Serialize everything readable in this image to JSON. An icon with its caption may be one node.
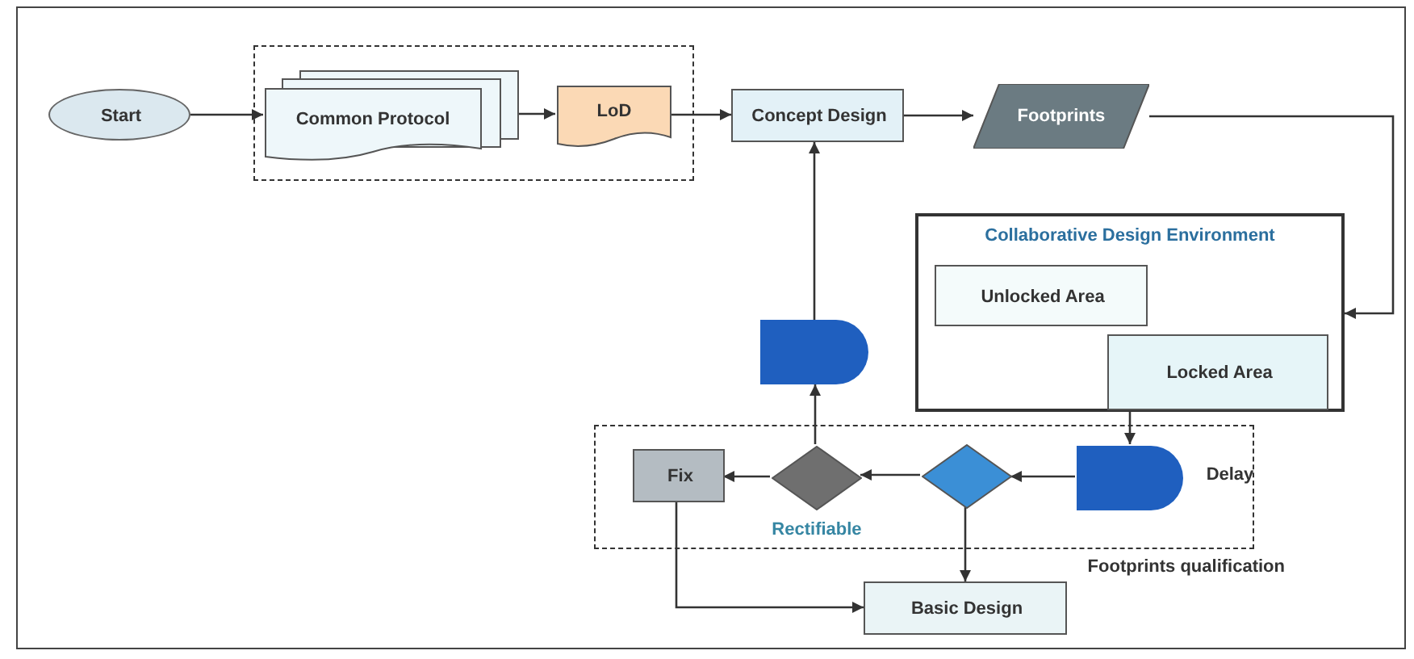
{
  "diagram": {
    "nodes": [
      {
        "text": [
          "Start"
        ]
      },
      {
        "text": [],
        "shape": "box"
      },
      {
        "text": [
          "Common Protocol"
        ],
        "in": 1
      },
      {
        "text": [
          "LoD"
        ],
        "in": 1
      },
      {
        "text": [
          "Concept Design"
        ]
      },
      {
        "text": [
          "Footprints"
        ]
      },
      {
        "text": [
          "Collaborative Design Environment"
        ]
      },
      {
        "text": [
          "Unlocked Area"
        ],
        "in": 6
      },
      {
        "text": [
          "Locked Area"
        ],
        "in": 6
      },
      {
        "text": [],
        "shape": "delay"
      },
      {
        "text": [
          "Footprints qualification"
        ]
      },
      {
        "text": [
          "Fix"
        ],
        "in": 10
      },
      {
        "text": [],
        "shape": "diamond",
        "in": 10,
        "beside": [
          "Rectifiable"
        ]
      },
      {
        "text": [],
        "shape": "diamond",
        "in": 10
      },
      {
        "text": [],
        "shape": "delay",
        "in": 10,
        "beside": [
          "Delay"
        ]
      },
      {
        "text": [
          "Basic Design"
        ]
      }
    ],
    "edges": [
      {
        "from": 0,
        "to": 2,
        "arrow": "to"
      },
      {
        "from": 2,
        "to": 3,
        "arrow": "to"
      },
      {
        "from": 3,
        "to": 4,
        "arrow": "to"
      },
      {
        "from": 4,
        "to": 5,
        "arrow": "to"
      },
      {
        "from": 5,
        "to": 6,
        "arrow": "to"
      },
      {
        "from": 6,
        "to": 14,
        "arrow": "to"
      },
      {
        "from": 14,
        "to": 13,
        "arrow": "to"
      },
      {
        "from": 13,
        "to": 12,
        "arrow": "to"
      },
      {
        "from": 12,
        "to": 11,
        "arrow": "to"
      },
      {
        "from": 12,
        "to": 9,
        "arrow": "to"
      },
      {
        "from": 9,
        "to": 4,
        "arrow": "to"
      },
      {
        "from": 13,
        "to": 15,
        "arrow": "to"
      },
      {
        "from": 11,
        "to": 15,
        "arrow": "to"
      }
    ]
  }
}
